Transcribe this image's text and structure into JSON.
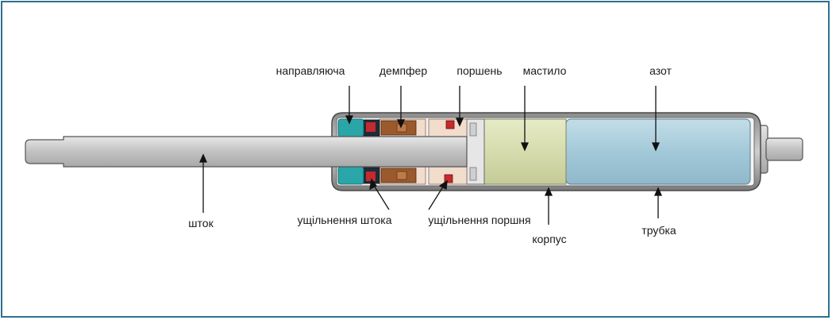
{
  "labels": {
    "guide": "направляюча",
    "damper": "демпфер",
    "piston": "поршень",
    "lubricant": "мастило",
    "nitrogen": "азот",
    "rod": "шток",
    "rod_seal": "ущільнення штока",
    "piston_seal": "ущільнення поршня",
    "body": "корпус",
    "tube": "трубка"
  },
  "colors": {
    "frame": "#2f6f8f",
    "lubricant": "#d9dfb4",
    "nitrogen": "#a9cede",
    "rod": "#c9c9c9",
    "damper": "#9a5a2e",
    "seal": "#b9262d",
    "guide": "#2aa5a8"
  }
}
